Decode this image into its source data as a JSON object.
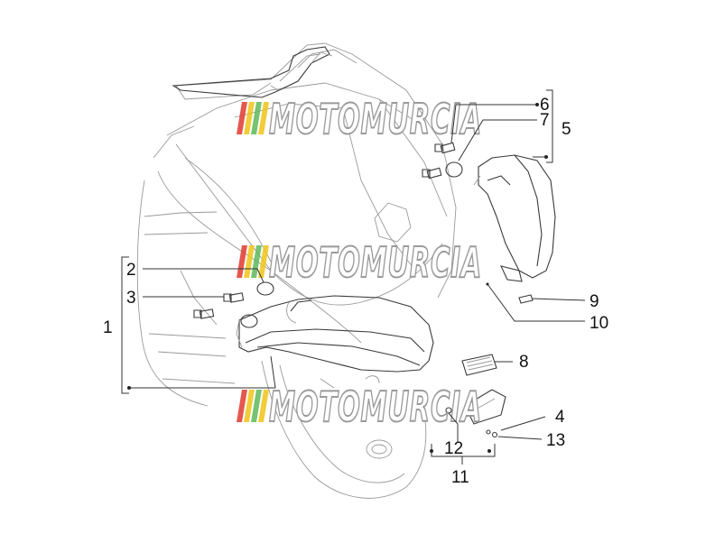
{
  "watermark": {
    "text": "MOTOMURCIA",
    "stripe_colors": [
      "#e03a2f",
      "#f0c419",
      "#5db85b",
      "#f0c419"
    ]
  },
  "callouts": [
    "1",
    "2",
    "3",
    "4",
    "5",
    "6",
    "7",
    "8",
    "9",
    "10",
    "11",
    "12",
    "13"
  ],
  "colors": {
    "line_art": "#9a9a9a",
    "leader": "#333333",
    "text": "#111111"
  }
}
